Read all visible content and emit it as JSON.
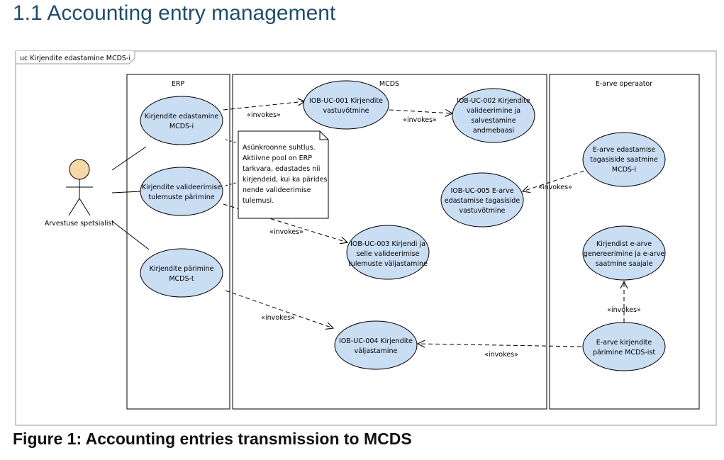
{
  "page": {
    "heading": "1.1 Accounting entry management",
    "caption": "Figure 1: Accounting entries transmission to MCDS"
  },
  "diagram": {
    "frame_title": "uc Kirjendite edastamine MCDS-i",
    "actor": {
      "name": "Arvestuse spetsialist"
    },
    "boundaries": {
      "erp": "ERP",
      "mcds": "MCDS",
      "earve": "E-arve operaator"
    },
    "erp_cases": {
      "uc1": [
        "Kirjendite edastamine",
        "MCDS-i"
      ],
      "uc2": [
        "Kirjendite valideerimise",
        "tulemuste pärimine"
      ],
      "uc3": [
        "Kirjendite pärimine",
        "MCDS-t"
      ]
    },
    "mcds_cases": {
      "iob001": [
        "IOB-UC-001 Kirjendite",
        "vastuvõtmine"
      ],
      "iob002": [
        "IOB-UC-002 Kirjendite",
        "valideerimine ja",
        "salvestamine",
        "andmebaasi"
      ],
      "iob003": [
        "IOB-UC-003 Kirjendi ja",
        "selle valideerimise",
        "tulemuste väljastamine"
      ],
      "iob004": [
        "IOB-UC-004 Kirjendite",
        "väljastamine"
      ],
      "iob005": [
        "IOB-UC-005 E-arve",
        "edastamise tagasiside",
        "vastuvõtmine"
      ]
    },
    "earve_cases": {
      "e1": [
        "E-arve edastamise",
        "tagasiside saatmine",
        "MCDS-i"
      ],
      "e2": [
        "Kirjendist e-arve",
        "genereerimine ja e-arve",
        "saatmine saajale"
      ],
      "e3": [
        "E-arve kirjendite",
        "pärimine MCDS-ist"
      ]
    },
    "note": [
      "Asünkroonne suhtlus.",
      "Aktiivne pool on ERP",
      "tarkvara, edastades nii",
      "kirjendeid, kui ka pärides",
      "nende valideerimise",
      "tulemusi."
    ],
    "invokes_label": "«invokes»"
  }
}
